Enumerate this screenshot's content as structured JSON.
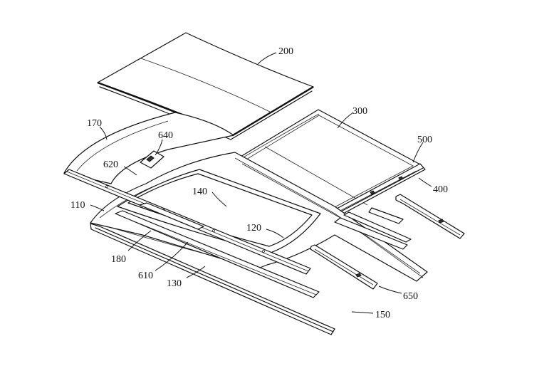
{
  "figure": {
    "reference_numerals": {
      "n200": "200",
      "n300": "300",
      "n500": "500",
      "n400": "400",
      "n170": "170",
      "n640": "640",
      "n620": "620",
      "n140": "140",
      "n110": "110",
      "n120": "120",
      "n180": "180",
      "n610": "610",
      "n130": "130",
      "n650": "650",
      "n150": "150"
    }
  }
}
